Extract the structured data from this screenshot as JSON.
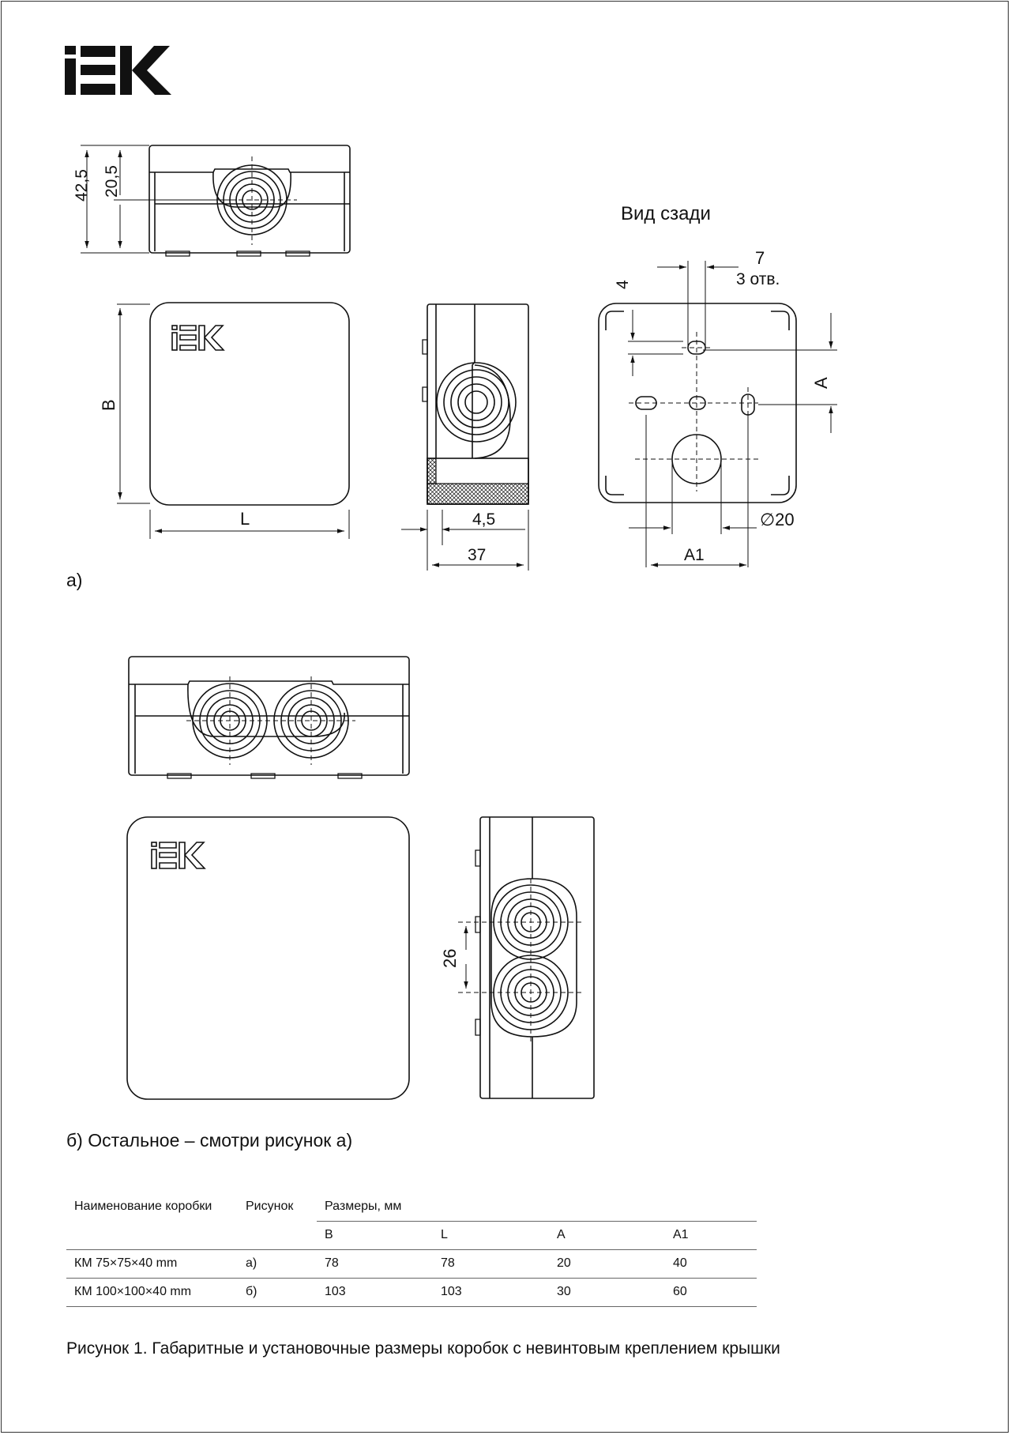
{
  "brand": {
    "logo_text": "IEK"
  },
  "drawing_a": {
    "dim_total_height": "42,5",
    "dim_gland_height": "20,5",
    "rear_view_title": "Вид сзади",
    "dim_slot_width": "7",
    "dim_holes_note": "3 отв.",
    "dim_slot_height": "4",
    "dim_A": "A",
    "dim_B": "B",
    "dim_L": "L",
    "dim_wall": "4,5",
    "dim_depth": "37",
    "dim_hole_diameter": "∅20",
    "dim_A1": "A1",
    "label": "а)"
  },
  "drawing_b": {
    "dim_gland_pitch": "26",
    "label": "б) Остальное – смотри рисунок а)"
  },
  "table": {
    "header": {
      "name": "Наименование коробки",
      "figure": "Рисунок",
      "dims": "Размеры, мм",
      "cols": [
        "B",
        "L",
        "A",
        "A1"
      ]
    },
    "rows": [
      {
        "name": "КМ 75×75×40 mm",
        "figure": "а)",
        "B": "78",
        "L": "78",
        "A": "20",
        "A1": "40"
      },
      {
        "name": "КМ 100×100×40 mm",
        "figure": "б)",
        "B": "103",
        "L": "103",
        "A": "30",
        "A1": "60"
      }
    ]
  },
  "caption": "Рисунок 1. Габаритные и установочные размеры коробок с невинтовым креплением крышки"
}
